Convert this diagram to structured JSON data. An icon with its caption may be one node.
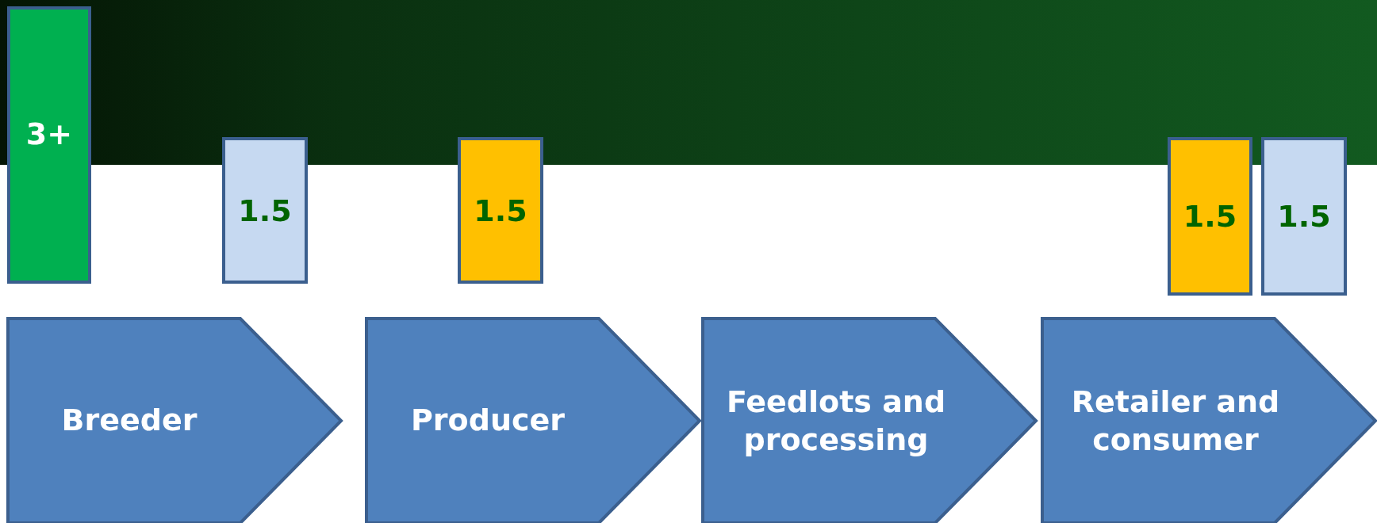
{
  "diagram": {
    "nodes": [
      {
        "text": [
          "3+"
        ]
      },
      {
        "text": [
          "1.5"
        ]
      },
      {
        "text": [
          "1.5"
        ]
      },
      {
        "text": [
          "1.5"
        ]
      },
      {
        "text": [
          "1.5"
        ]
      },
      {
        "text": [
          "Breeder"
        ]
      },
      {
        "text": [
          "Producer"
        ]
      },
      {
        "text": [
          "Feedlots and processing"
        ]
      },
      {
        "text": [
          "Retailer and consumer"
        ]
      }
    ]
  }
}
